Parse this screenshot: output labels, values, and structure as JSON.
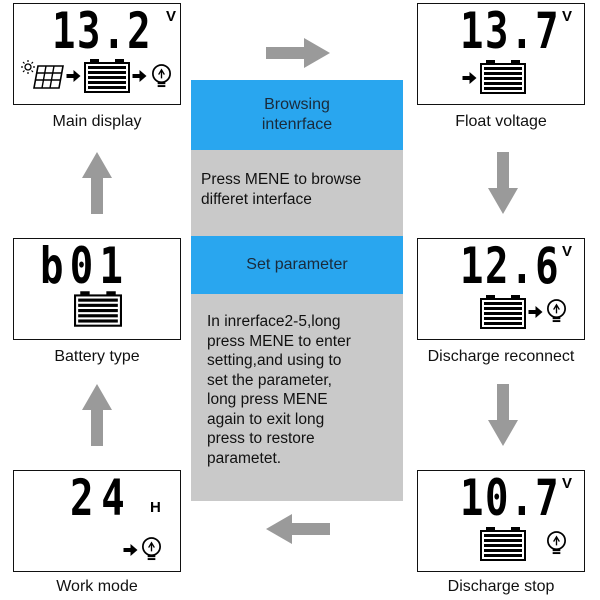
{
  "center": {
    "browsing_title": "Browsing\nintenrface",
    "browsing_text": "Press MENE to browse\ndifferet interface",
    "set_title": "Set parameter",
    "set_text": "In inrerface2-5,long\npress MENE to enter\nsetting,and using to\nset the parameter,\nlong press MENE\nagain to exit long\npress to restore\nparametet."
  },
  "screens": {
    "main": {
      "value": "13.2",
      "unit": "V",
      "caption": "Main display"
    },
    "float": {
      "value": "13.7",
      "unit": "V",
      "caption": "Float voltage"
    },
    "battery": {
      "value": "b01",
      "caption": "Battery type"
    },
    "reconnect": {
      "value": "12.6",
      "unit": "V",
      "caption": "Discharge reconnect"
    },
    "work": {
      "value": "24",
      "unit": "H",
      "caption": "Work mode"
    },
    "stop": {
      "value": "10.7",
      "unit": "V",
      "caption": "Discharge stop"
    }
  },
  "colors": {
    "arrow": "#9a9a9a",
    "blue": "#29a6ef",
    "grey": "#c9c9c9"
  }
}
